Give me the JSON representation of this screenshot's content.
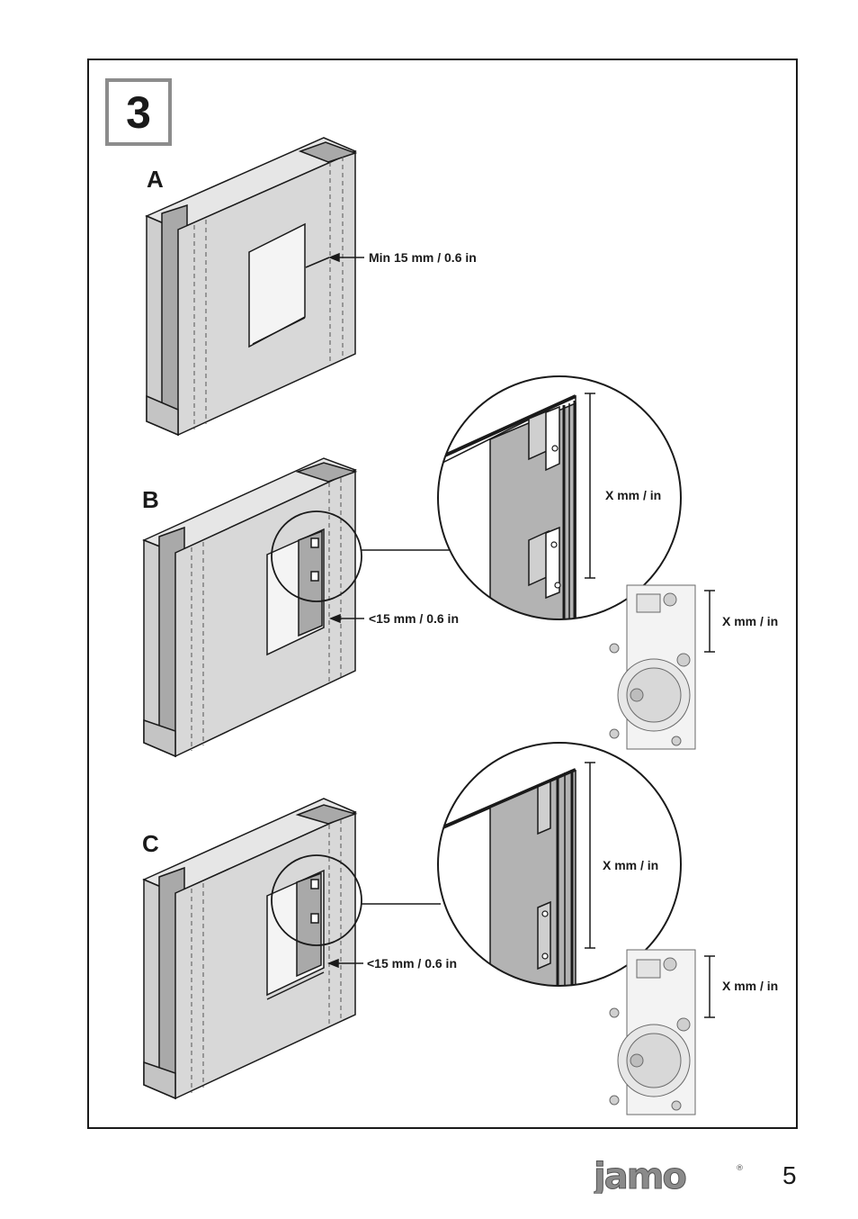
{
  "step": {
    "number": "3"
  },
  "panels": {
    "a": {
      "letter": "A",
      "dimension": "Min 15 mm / 0.6 in"
    },
    "b": {
      "letter": "B",
      "dimension": "<15 mm / 0.6 in",
      "zoom_dimension": "X mm / in",
      "speaker_dimension": "X mm / in"
    },
    "c": {
      "letter": "C",
      "dimension": "<15 mm / 0.6 in",
      "zoom_dimension": "X mm / in",
      "speaker_dimension": "X mm / in"
    }
  },
  "footer": {
    "brand": "Jamo",
    "registered": "®",
    "page_number": "5"
  },
  "colors": {
    "panel_fill": "#d6d6d6",
    "stud_fill": "#a9a9a9",
    "line": "#1a1a1a",
    "logo": "#8a8a8a"
  }
}
